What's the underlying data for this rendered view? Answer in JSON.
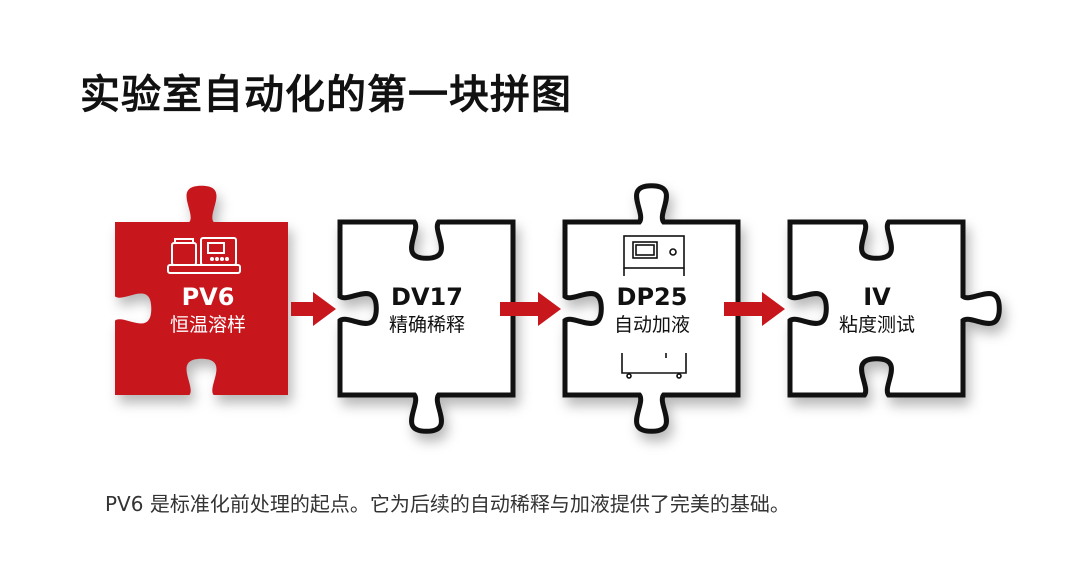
{
  "title": "实验室自动化的第一块拼图",
  "caption": "PV6 是标准化前处理的起点。它为后续的自动稀释与加液提供了完美的基础。",
  "colors": {
    "accent": "#c8161d",
    "outline": "#111111"
  },
  "pieces": [
    {
      "code": "PV6",
      "name": "恒温溶样",
      "icon": "dissolver-instrument-icon"
    },
    {
      "code": "DV17",
      "name": "精确稀释"
    },
    {
      "code": "DP25",
      "name": "自动加液",
      "icon": "dispenser-instrument-icon"
    },
    {
      "code": "IV",
      "name": "粘度测试"
    }
  ]
}
